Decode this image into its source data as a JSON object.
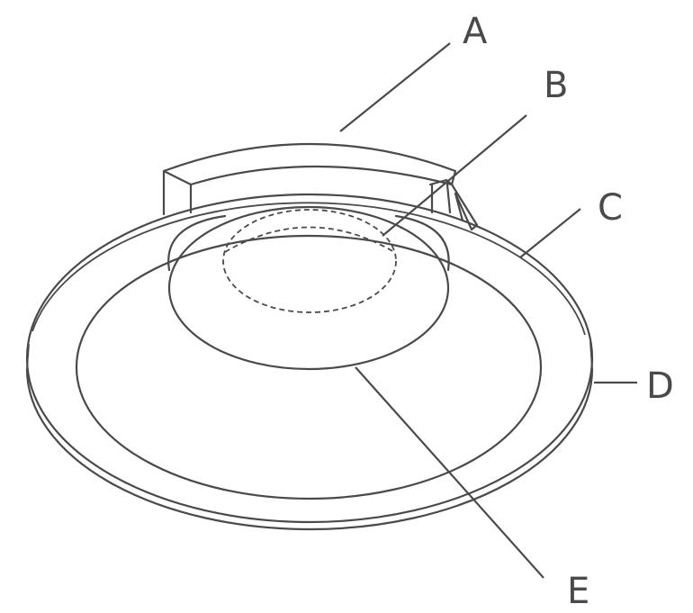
{
  "labels": {
    "a": "A",
    "b": "B",
    "c": "C",
    "d": "D",
    "e": "E"
  },
  "colors": {
    "line": "#4a4a4a",
    "background": "#ffffff"
  }
}
